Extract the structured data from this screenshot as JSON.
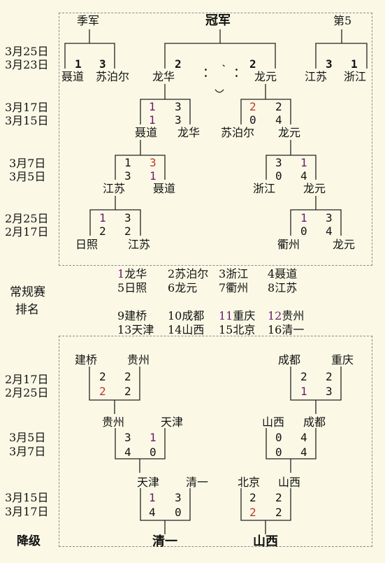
{
  "colors": {
    "bg": "#fbf9e6",
    "purple": "#6a1b6a",
    "red": "#c0392b",
    "line": "#222222",
    "dash": "#8a8a8a"
  },
  "upper": {
    "third": "季军",
    "champion": "冠军",
    "fifth": "第5",
    "final_date_a": "3月25日",
    "final_date_b": "3月23日",
    "final_third": {
      "team_a": "聂道",
      "team_b": "苏泊尔",
      "score_a": "1",
      "score_b": "3"
    },
    "final_main": {
      "team_a": "龙华",
      "team_b": "龙元",
      "score_a": "2",
      "score_b": "2",
      "face": "：｀："
    },
    "final_fifth": {
      "team_a": "江苏",
      "team_b": "浙江",
      "score_a": "3",
      "score_b": "1"
    },
    "semi_date_a": "3月17日",
    "semi_date_b": "3月15日",
    "semi_left": {
      "team_a": "聂道",
      "team_b": "龙华",
      "r1a": "1",
      "r1b": "3",
      "r2a": "1",
      "r2b": "3"
    },
    "semi_right": {
      "team_a": "苏泊尔",
      "team_b": "龙元",
      "r1a": "2",
      "r1b": "2",
      "r2a": "0",
      "r2b": "4"
    },
    "qf_date_a": "3月7日",
    "qf_date_b": "3月5日",
    "qf_left": {
      "team_a": "江苏",
      "team_b": "聂道",
      "r1a": "1",
      "r1b": "3",
      "r2a": "3",
      "r2b": "1"
    },
    "qf_right": {
      "team_a": "浙江",
      "team_b": "龙元",
      "r1a": "3",
      "r1b": "1",
      "r2a": "0",
      "r2b": "4"
    },
    "r1_date_a": "2月25日",
    "r1_date_b": "2月17日",
    "r1_left": {
      "team_a": "日照",
      "team_b": "江苏",
      "r1a": "1",
      "r1b": "3",
      "r2a": "2",
      "r2b": "2"
    },
    "r1_right": {
      "team_a": "衢州",
      "team_b": "龙元",
      "r1a": "1",
      "r1b": "3",
      "r2a": "0",
      "r2b": "4"
    }
  },
  "standings": {
    "label_a": "常规赛",
    "label_b": "排名",
    "ranks": [
      {
        "num": "1",
        "name": "龙华"
      },
      {
        "num": "2",
        "name": "苏泊尔"
      },
      {
        "num": "3",
        "name": "浙江"
      },
      {
        "num": "4",
        "name": "聂道"
      },
      {
        "num": "5",
        "name": "日照"
      },
      {
        "num": "6",
        "name": "龙元"
      },
      {
        "num": "7",
        "name": "衢州"
      },
      {
        "num": "8",
        "name": "江苏"
      },
      {
        "num": "9",
        "name": "建桥"
      },
      {
        "num": "10",
        "name": "成都"
      },
      {
        "num": "11",
        "name": "重庆"
      },
      {
        "num": "12",
        "name": "贵州"
      },
      {
        "num": "13",
        "name": "天津"
      },
      {
        "num": "14",
        "name": "山西"
      },
      {
        "num": "15",
        "name": "北京"
      },
      {
        "num": "16",
        "name": "清一"
      }
    ]
  },
  "lower": {
    "r1_date_a": "2月17日",
    "r1_date_b": "2月25日",
    "r1_left": {
      "team_a": "建桥",
      "team_b": "贵州",
      "r1a": "2",
      "r1b": "2",
      "r2a": "2",
      "r2b": "2"
    },
    "r1_right": {
      "team_a": "成都",
      "team_b": "重庆",
      "r1a": "2",
      "r1b": "2",
      "r2a": "1",
      "r2b": "3"
    },
    "r2_date_a": "3月5日",
    "r2_date_b": "3月7日",
    "r2_left": {
      "team_a": "贵州",
      "team_b": "天津",
      "r1a": "3",
      "r1b": "1",
      "r2a": "4",
      "r2b": "0"
    },
    "r2_right": {
      "team_a": "山西",
      "team_b": "成都",
      "r1a": "0",
      "r1b": "4",
      "r2a": "0",
      "r2b": "4"
    },
    "r3_date_a": "3月15日",
    "r3_date_b": "3月17日",
    "r3_left": {
      "team_a": "天津",
      "team_b": "清一",
      "r1a": "1",
      "r1b": "3",
      "r2a": "4",
      "r2b": "0"
    },
    "r3_right": {
      "team_a": "北京",
      "team_b": "山西",
      "r1a": "2",
      "r1b": "2",
      "r2a": "2",
      "r2b": "2"
    },
    "relegation": "降级",
    "relegated_a": "清一",
    "relegated_b": "山西"
  }
}
